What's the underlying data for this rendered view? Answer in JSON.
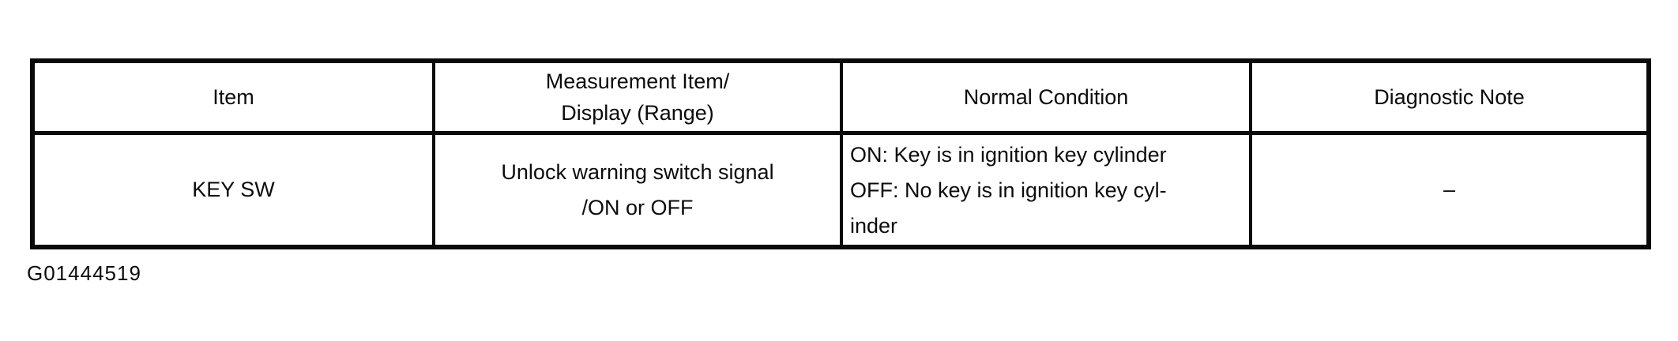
{
  "page": {
    "background_color": "#ffffff",
    "text_color": "#0c0c0c",
    "border_color": "#0a0a0a"
  },
  "table": {
    "headers": [
      {
        "lines": [
          "Item"
        ]
      },
      {
        "lines": [
          "Measurement Item/",
          "Display (Range)"
        ]
      },
      {
        "lines": [
          "Normal Condition"
        ]
      },
      {
        "lines": [
          "Diagnostic Note"
        ]
      }
    ],
    "rows": [
      {
        "item": "KEY SW",
        "measurement_display_lines": [
          "Unlock warning switch signal",
          "/ON or OFF"
        ],
        "normal_condition_lines": [
          "ON: Key is in ignition key cylinder",
          "OFF: No key is in ignition key cyl-",
          "inder"
        ],
        "diagnostic_note": "–"
      }
    ]
  },
  "caption": {
    "figure_code": "G01444519"
  }
}
